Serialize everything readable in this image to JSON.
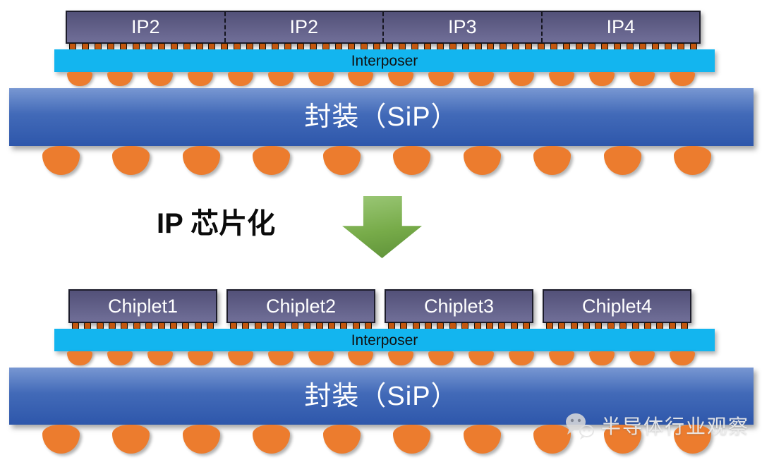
{
  "top_diagram": {
    "ip_labels": [
      "IP2",
      "IP2",
      "IP3",
      "IP4"
    ],
    "interposer_label": "Interposer",
    "package_label": "封装（SiP）"
  },
  "transform": {
    "label": "IP 芯片化",
    "arrow_icon": "down-arrow-icon"
  },
  "bottom_diagram": {
    "chiplet_labels": [
      "Chiplet1",
      "Chiplet2",
      "Chiplet3",
      "Chiplet4"
    ],
    "interposer_label": "Interposer",
    "package_label": "封装（SiP）"
  },
  "watermark": {
    "icon": "wechat-icon",
    "text": "半导体行业观察"
  },
  "counts": {
    "top_microbumps": 50,
    "chiplet_microbumps": 12,
    "domes": 16,
    "balls": 10
  },
  "colors": {
    "die_fill": "#605e8c",
    "die_border": "#1c1c2b",
    "interposer": "#13b5ef",
    "microbump": "#c4570e",
    "solder_orange": "#ec7c2e",
    "package_top": "#7897d2",
    "package_bottom": "#2e57ab",
    "arrow_light": "#9cc878",
    "arrow_dark": "#5d9038",
    "label_light": "#ffffff",
    "label_dark": "#111111"
  }
}
